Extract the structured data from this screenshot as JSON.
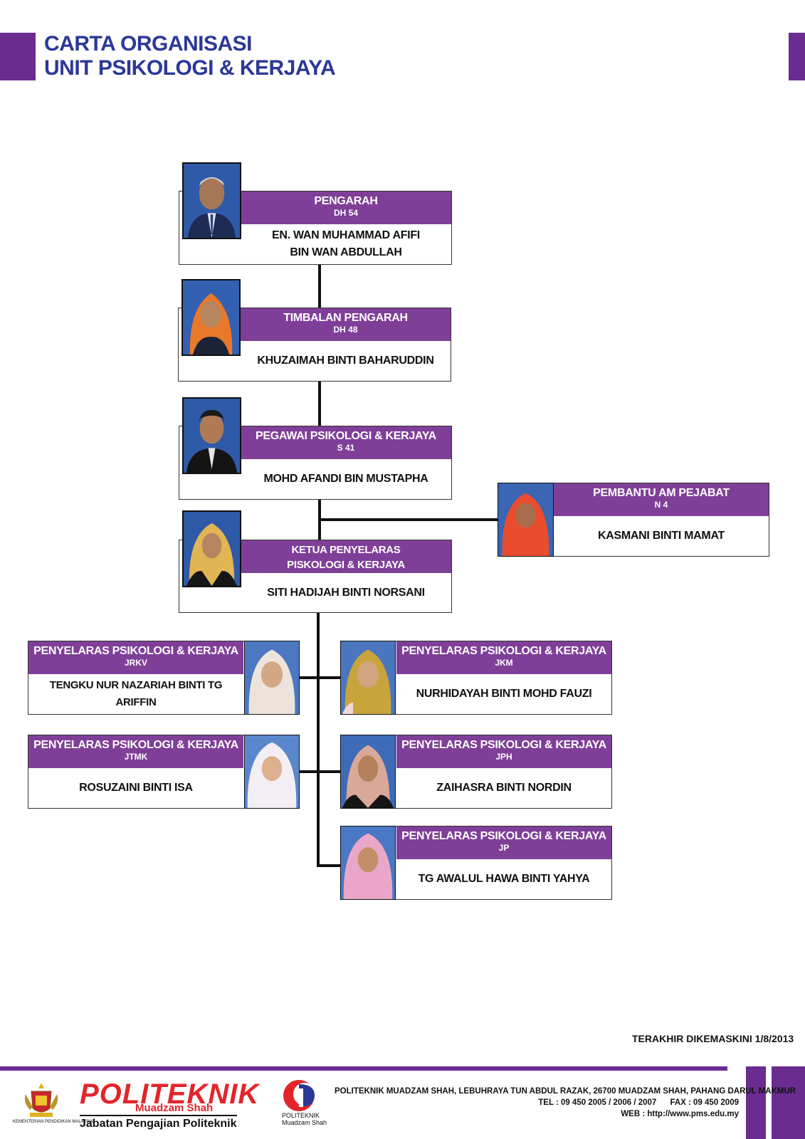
{
  "header": {
    "title_line1": "CARTA ORGANISASI",
    "title_line2": "UNIT PSIKOLOGI & KERJAYA"
  },
  "colors": {
    "brand_purple": "#6a2c91",
    "card_header": "#7f3f98",
    "title_blue": "#2b3896",
    "logo_red": "#e3252b"
  },
  "org": {
    "pengarah": {
      "role": "PENGARAH",
      "grade": "DH 54",
      "name_line1": "EN. WAN MUHAMMAD AFIFI",
      "name_line2": "BIN WAN ABDULLAH"
    },
    "timbalan": {
      "role": "TIMBALAN PENGARAH",
      "grade": "DH 48",
      "name": "KHUZAIMAH BINTI BAHARUDDIN"
    },
    "pegawai": {
      "role": "PEGAWAI PSIKOLOGI & KERJAYA",
      "grade": "S 41",
      "name": "MOHD AFANDI BIN MUSTAPHA"
    },
    "pembantu": {
      "role": "PEMBANTU AM PEJABAT",
      "grade": "N 4",
      "name": "KASMANI BINTI MAMAT"
    },
    "ketua": {
      "role_line1": "KETUA PENYELARAS",
      "role_line2": "PISKOLOGI & KERJAYA",
      "name": "SITI HADIJAH BINTI NORSANI"
    },
    "jrkv": {
      "role": "PENYELARAS PSIKOLOGI & KERJAYA",
      "grade": "JRKV",
      "name": "TENGKU NUR NAZARIAH BINTI TG ARIFFIN"
    },
    "jkm": {
      "role": "PENYELARAS PSIKOLOGI & KERJAYA",
      "grade": "JKM",
      "name": "NURHIDAYAH BINTI MOHD FAUZI"
    },
    "jtmk": {
      "role": "PENYELARAS PSIKOLOGI & KERJAYA",
      "grade": "JTMK",
      "name": "ROSUZAINI BINTI ISA"
    },
    "jph": {
      "role": "PENYELARAS PSIKOLOGI & KERJAYA",
      "grade": "JPH",
      "name": "ZAIHASRA BINTI NORDIN"
    },
    "jp": {
      "role": "PENYELARAS PSIKOLOGI & KERJAYA",
      "grade": "JP",
      "name": "TG AWALUL HAWA BINTI YAHYA"
    }
  },
  "footer": {
    "updated": "TERAKHIR DIKEMASKINI 1/8/2013",
    "address": "POLITEKNIK MUADZAM SHAH, LEBUHRAYA TUN ABDUL RAZAK, 26700 MUADZAM SHAH, PAHANG DARUL MAKMUR",
    "phone": "TEL : 09 450 2005 / 2006 / 2007      FAX : 09 450 2009",
    "web": "WEB : http://www.pms.edu.my",
    "logo_main": "POLITEKNIK",
    "logo_sub": "Muadzam Shah",
    "logo_dept": "Jabatan Pengajian Politeknik",
    "crest_caption": "KEMENTERIAN PENDIDIKAN MALAYSIA",
    "pms_logo_line1": "POLITEKNIK",
    "pms_logo_line2": "Muadzam Shah"
  }
}
